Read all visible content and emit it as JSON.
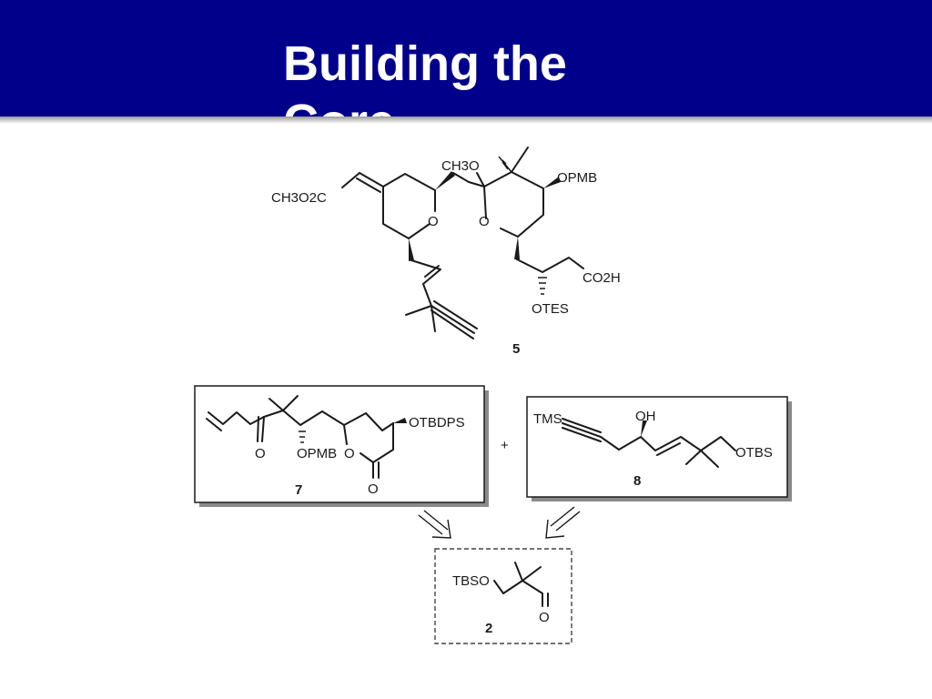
{
  "slide": {
    "title": "Building the Core",
    "header_color": "#00008b"
  },
  "compound_5": {
    "number": "5",
    "labels": {
      "ester": "CH3O2C",
      "methoxy": "CH3O",
      "opmb": "OPMB",
      "ring_o_left": "O",
      "ring_o_right": "O",
      "acid": "CO2H",
      "otes": "OTES"
    }
  },
  "compound_7": {
    "number": "7",
    "labels": {
      "ketone_o": "O",
      "opmb": "OPMB",
      "ring_o": "O",
      "otbdps": "OTBDPS",
      "lactone_o": "O"
    }
  },
  "compound_8": {
    "number": "8",
    "labels": {
      "tms": "TMS",
      "oh": "OH",
      "otbs": "OTBS"
    }
  },
  "plus_sign": "+",
  "compound_2": {
    "number": "2",
    "labels": {
      "tbso": "TBSO",
      "aldehyde_o": "O"
    }
  }
}
